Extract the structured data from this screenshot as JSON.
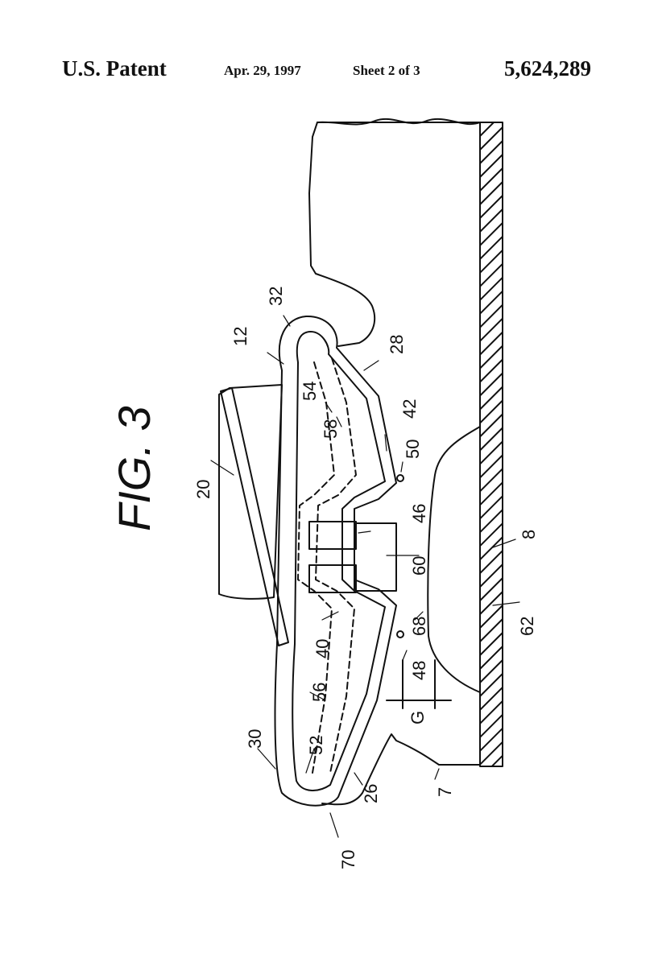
{
  "header": {
    "left": "U.S. Patent",
    "date": "Apr. 29, 1997",
    "sheet": "Sheet 2 of 3",
    "patent_number": "5,624,289"
  },
  "figure": {
    "title": "FIG. 3"
  },
  "labels": {
    "r32": "32",
    "r12": "12",
    "r28": "28",
    "r54": "54",
    "r58": "58",
    "r42": "42",
    "r50": "50",
    "r20": "20",
    "r46": "46",
    "r60": "60",
    "r8": "8",
    "r62": "62",
    "r68": "68",
    "r40": "40",
    "r48": "48",
    "r56": "56",
    "rG": "G",
    "r30": "30",
    "r52": "52",
    "r26": "26",
    "r7": "7",
    "r70": "70"
  }
}
